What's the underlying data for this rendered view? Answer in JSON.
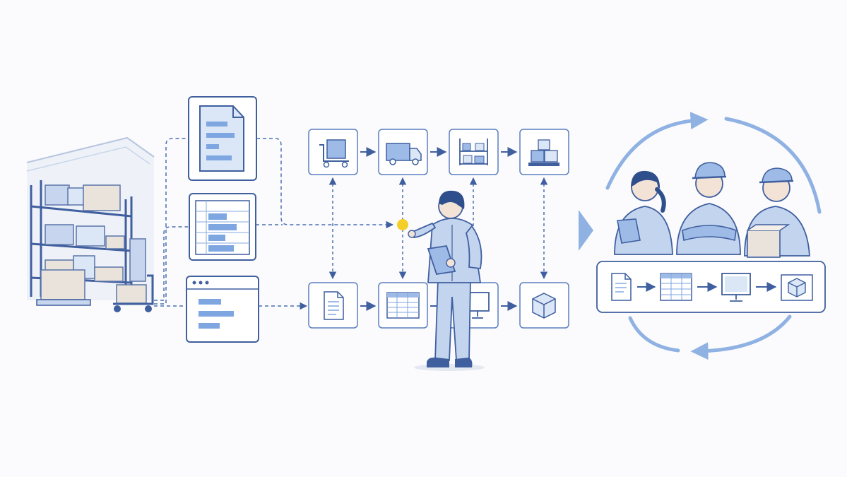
{
  "colors": {
    "background": "#fbfbfd",
    "line": "#3f5f9f",
    "dashed": "#4b6fb0",
    "fill_light": "#dbe6f6",
    "fill_mid": "#9dbbe6",
    "bar": "#7ea6e0",
    "highlight": "#f4cf2a",
    "cycle": "#8fb2e3",
    "box": "#e9e3dc"
  },
  "legacy_sources": [
    {
      "kind": "document",
      "icon": "document-icon"
    },
    {
      "kind": "spreadsheet",
      "icon": "spreadsheet-icon"
    },
    {
      "kind": "web-window",
      "icon": "browser-window-icon"
    }
  ],
  "physical_flow": [
    "hand-truck-icon",
    "delivery-truck-icon",
    "storage-rack-icon",
    "pallet-boxes-icon"
  ],
  "digital_flow": [
    "document-icon",
    "spreadsheet-icon",
    "monitor-icon",
    "cube-icon"
  ],
  "team_flow": [
    "document-icon",
    "spreadsheet-icon",
    "monitor-icon",
    "cube-icon"
  ]
}
